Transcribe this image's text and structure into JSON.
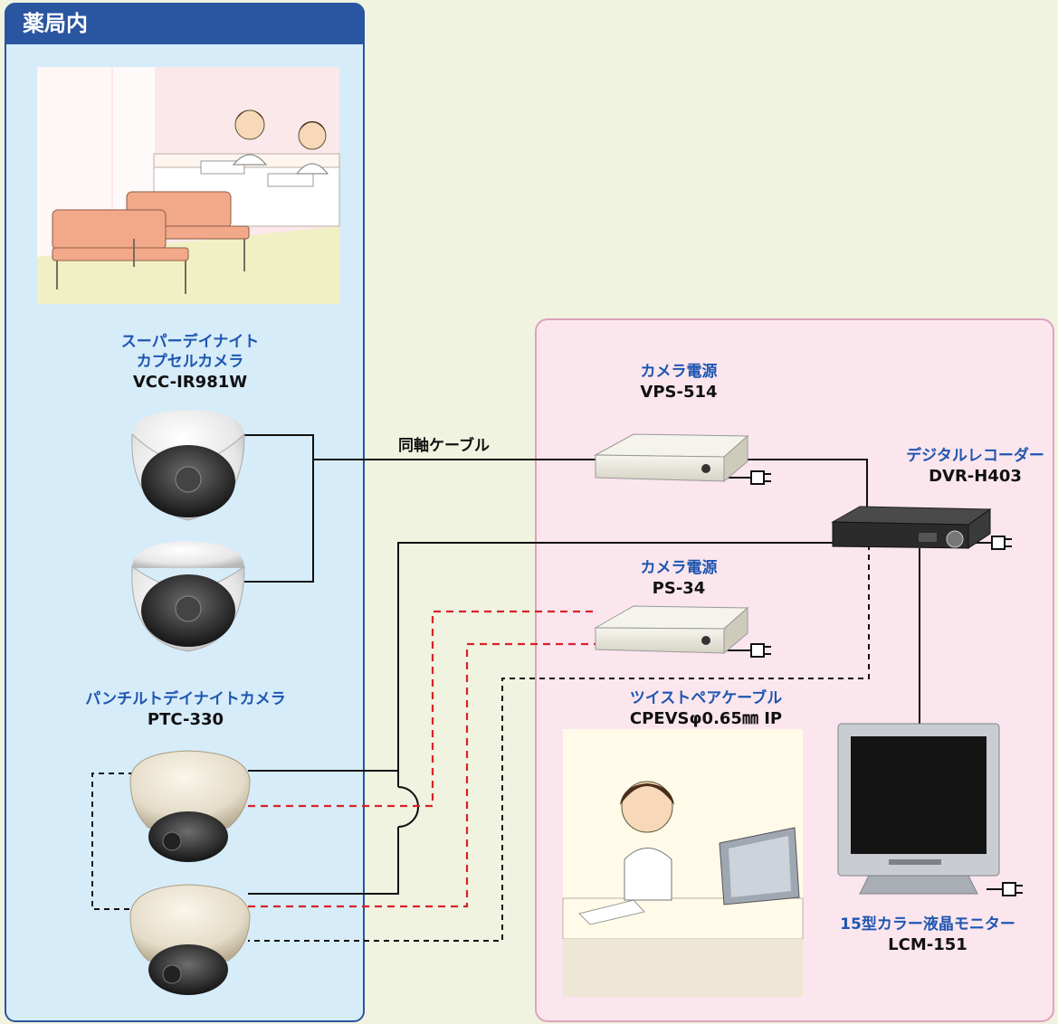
{
  "zone_left": {
    "title": "薬局内"
  },
  "cable_label": "同軸ケーブル",
  "dome_camera": {
    "name_line1": "スーパーデイナイト",
    "name_line2": "カプセルカメラ",
    "model": "VCC-IR981W"
  },
  "ptz_camera": {
    "name": "パンチルトデイナイトカメラ",
    "model": "PTC-330"
  },
  "power_supply_1": {
    "name": "カメラ電源",
    "model": "VPS-514"
  },
  "power_supply_2": {
    "name": "カメラ電源",
    "model": "PS-34"
  },
  "recorder": {
    "name": "デジタルレコーダー",
    "model": "DVR-H403"
  },
  "twisted_pair": {
    "name": "ツイストペアケーブル",
    "spec": "CPEVSφ0.65㎜ IP"
  },
  "monitor": {
    "name": "15型カラー液晶モニター",
    "model": "LCM-151"
  },
  "colors": {
    "left_zone": "#d6ecf9",
    "left_border": "#2a55a0",
    "right_zone": "#fbe6ee",
    "right_border": "#e0a1bd",
    "red_line": "#d8232a",
    "label_blue": "#1f56b0"
  }
}
